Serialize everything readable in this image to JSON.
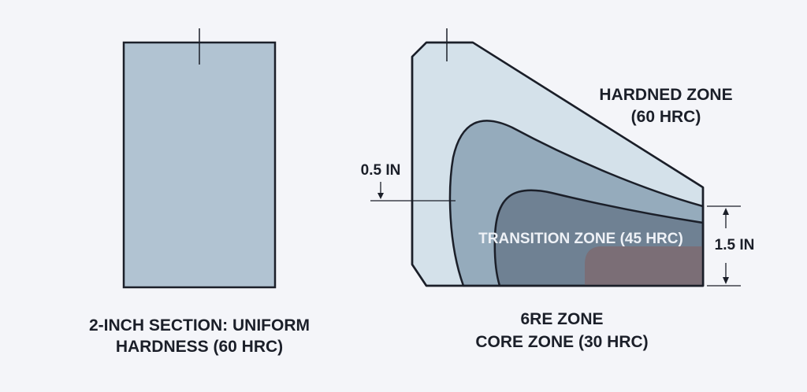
{
  "left_section": {
    "caption_line1": "2-INCH SECTION: UNIFORM",
    "caption_line2": "HARDNESS (60 HRC)"
  },
  "right_section": {
    "hardened_zone_line1": "HARDNED ZONE",
    "hardened_zone_line2": "(60 HRC)",
    "transition_zone": "TRANSITION ZONE (45 HRC)",
    "depth_shallow": "0.5 IN",
    "depth_deep": "1.5 IN",
    "caption_line1": "6RE ZONE",
    "caption_line2": "CORE ZONE (30 HRC)"
  },
  "colors": {
    "background": "#f4f5f9",
    "uniform_section": "#b1c3d2",
    "hardened_zone": "#d4e1ea",
    "transition_outer": "#95abbc",
    "transition_inner": "#6f8193",
    "core_zone": "#7b6e76",
    "outline": "#1b1f29"
  }
}
